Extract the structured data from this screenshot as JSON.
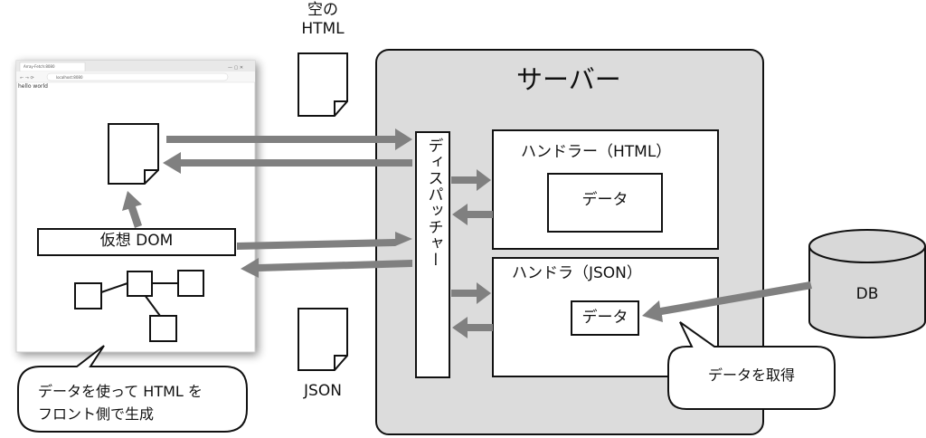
{
  "browser": {
    "tab_title": "Array-Fetch:8080",
    "address": "localhost:8080",
    "page_text": "hello world"
  },
  "labels": {
    "empty_html": [
      "空の",
      "HTML"
    ],
    "json": "JSON",
    "server": "サーバー",
    "dispatcher": "ディスパッチャー",
    "handler_html": "ハンドラー（HTML）",
    "handler_json": "ハンドラ（JSON）",
    "data": "データ",
    "virtual_dom": "仮想 DOM",
    "db": "DB",
    "callout_front": [
      "データを使って HTML を",
      "フロント側で生成"
    ],
    "callout_fetch": "データを取得"
  },
  "colors": {
    "server_bg": "#dcdcdc",
    "arrow": "#808080",
    "db_fill": "#d8d8d8",
    "stroke": "#111111"
  }
}
